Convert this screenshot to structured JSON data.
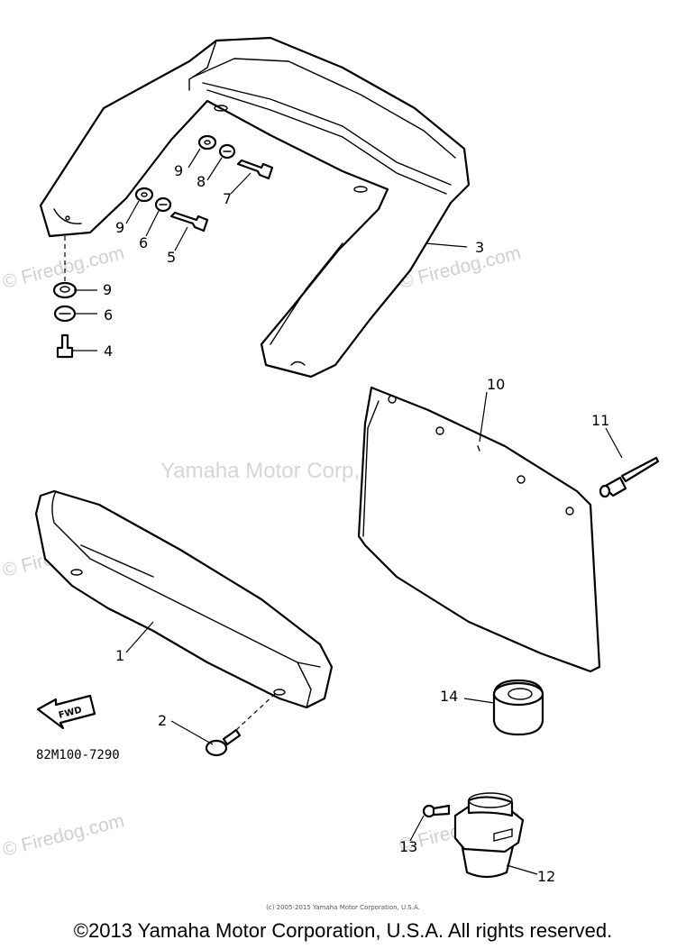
{
  "watermarks": {
    "site": "© Firedog.com",
    "center": "Yamaha Motor Corp, U.S.A."
  },
  "diagram_code": "82M100-7290",
  "fwd_label": "FWD",
  "callouts": {
    "c1": "1",
    "c2": "2",
    "c3": "3",
    "c4": "4",
    "c5": "5",
    "c6a": "6",
    "c6b": "6",
    "c7": "7",
    "c8": "8",
    "c9a": "9",
    "c9b": "9",
    "c9c": "9",
    "c10": "10",
    "c11": "11",
    "c12": "12",
    "c13": "13",
    "c14": "14"
  },
  "footer": {
    "small_copyright": "(c) 2005-2015 Yamaha Motor Corporation, U.S.A.",
    "copyright": "©2013 Yamaha Motor Corporation, U.S.A. All rights reserved."
  }
}
